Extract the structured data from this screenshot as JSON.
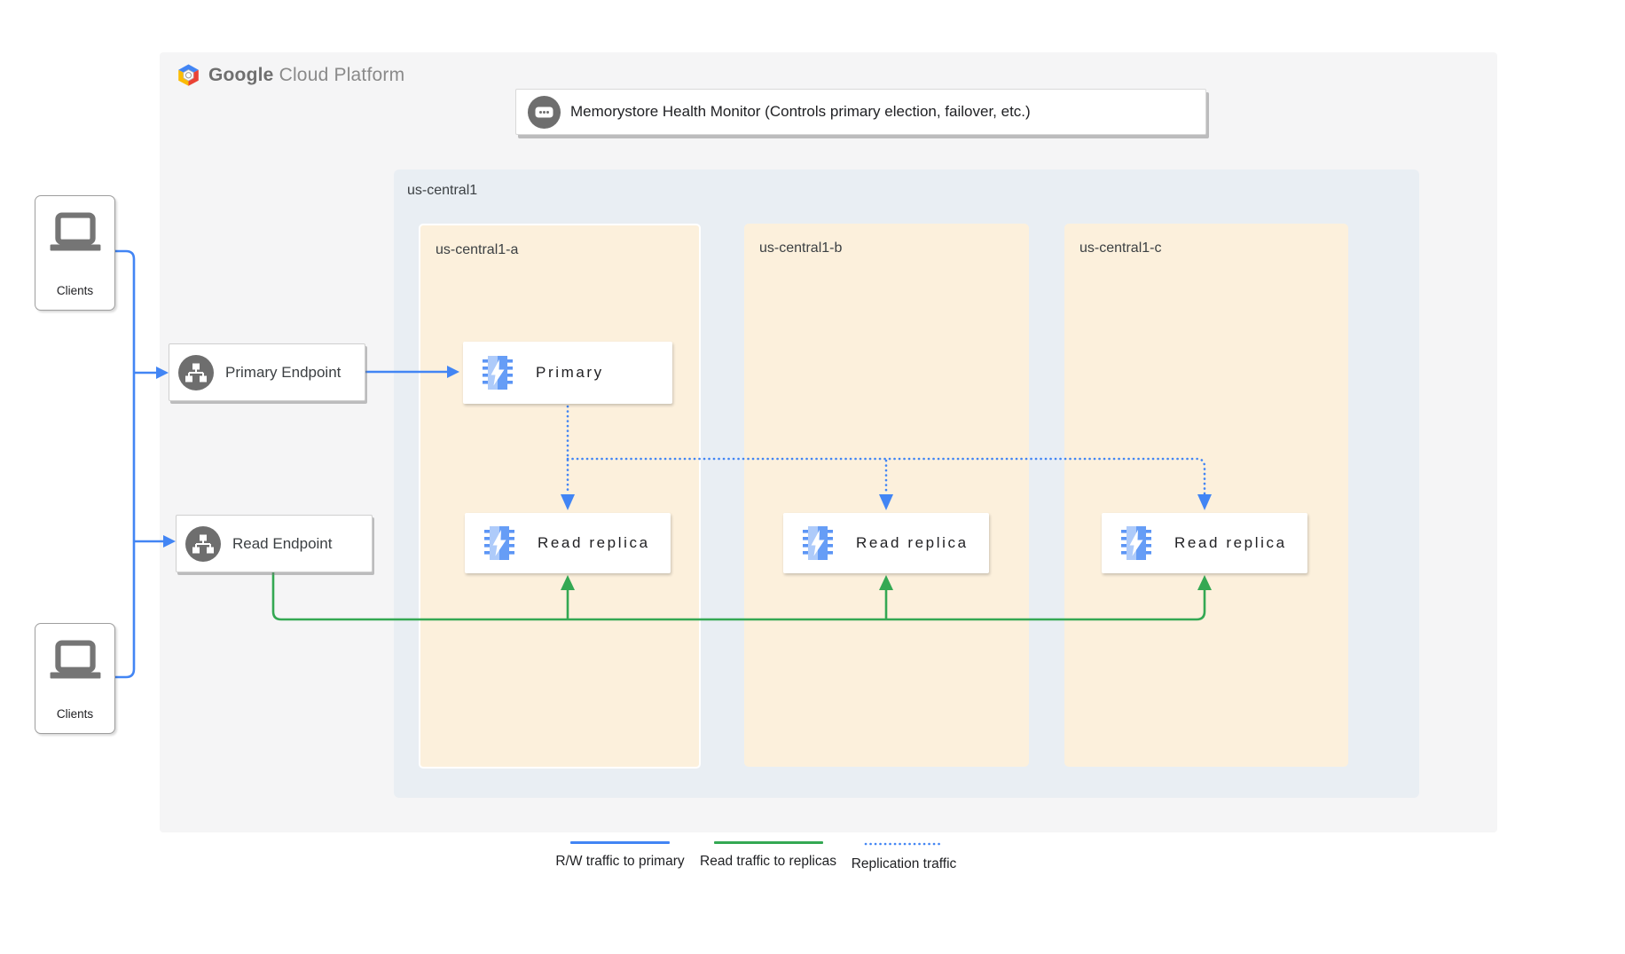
{
  "logo": {
    "google": "Google",
    "cloud_platform": "Cloud Platform"
  },
  "monitor": {
    "label": "Memorystore Health Monitor (Controls primary election, failover, etc.)"
  },
  "clients": {
    "top_label": "Clients",
    "bottom_label": "Clients"
  },
  "endpoints": {
    "primary": {
      "label": "Primary Endpoint"
    },
    "read": {
      "label": "Read Endpoint"
    }
  },
  "region": {
    "label": "us-central1",
    "zones": [
      {
        "label": "us-central1-a"
      },
      {
        "label": "us-central1-b"
      },
      {
        "label": "us-central1-c"
      }
    ]
  },
  "nodes": {
    "primary": {
      "label": "Primary"
    },
    "replica_a": {
      "label": "Read replica"
    },
    "replica_b": {
      "label": "Read replica"
    },
    "replica_c": {
      "label": "Read replica"
    }
  },
  "legend": {
    "items": [
      {
        "label": "R/W traffic to primary",
        "style": "solid",
        "color": "#4285f4"
      },
      {
        "label": "Read traffic to replicas",
        "style": "solid",
        "color": "#34a853"
      },
      {
        "label": "Replication traffic",
        "style": "dotted",
        "color": "#4285f4"
      }
    ]
  },
  "icons": {
    "logo": "gcp-hexagon-icon",
    "monitor": "console-ellipsis-icon",
    "endpoint": "network-endpoint-icon",
    "node": "memorystore-chip-icon",
    "clients": "laptop-icon"
  },
  "colors": {
    "panel_bg": "#f5f5f6",
    "region_bg": "#e9eef3",
    "zone_bg": "#fcf0dc",
    "arrow_blue": "#4285f4",
    "arrow_green": "#34a853",
    "icon_gray": "#6e6e6e",
    "memorystore_light_blue": "#aecbfa",
    "memorystore_blue": "#669df6"
  }
}
